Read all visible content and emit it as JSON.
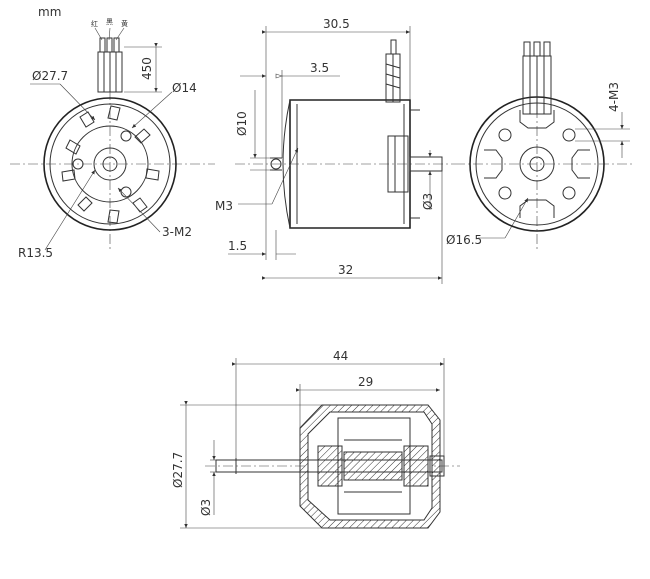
{
  "unit_label": "mm",
  "wire_colors": [
    "红",
    "黑",
    "黄"
  ],
  "front_view": {
    "dia_outer": "Ø27.7",
    "dia_mount": "Ø14",
    "wire_length": "450",
    "radius": "R13.5",
    "mount_holes": "3-M2"
  },
  "side_view": {
    "length_total": "30.5",
    "offset": "3.5",
    "dia_shaft_housing": "Ø10",
    "screw": "M3",
    "shaft_dia": "Ø3",
    "step": "1.5",
    "body_length": "32"
  },
  "rear_view": {
    "holes": "4-M3",
    "dia_bolt_circle": "Ø16.5"
  },
  "section_view": {
    "overall_length": "44",
    "body_length": "29",
    "dia_outer": "Ø27.7",
    "shaft_dia": "Ø3"
  }
}
